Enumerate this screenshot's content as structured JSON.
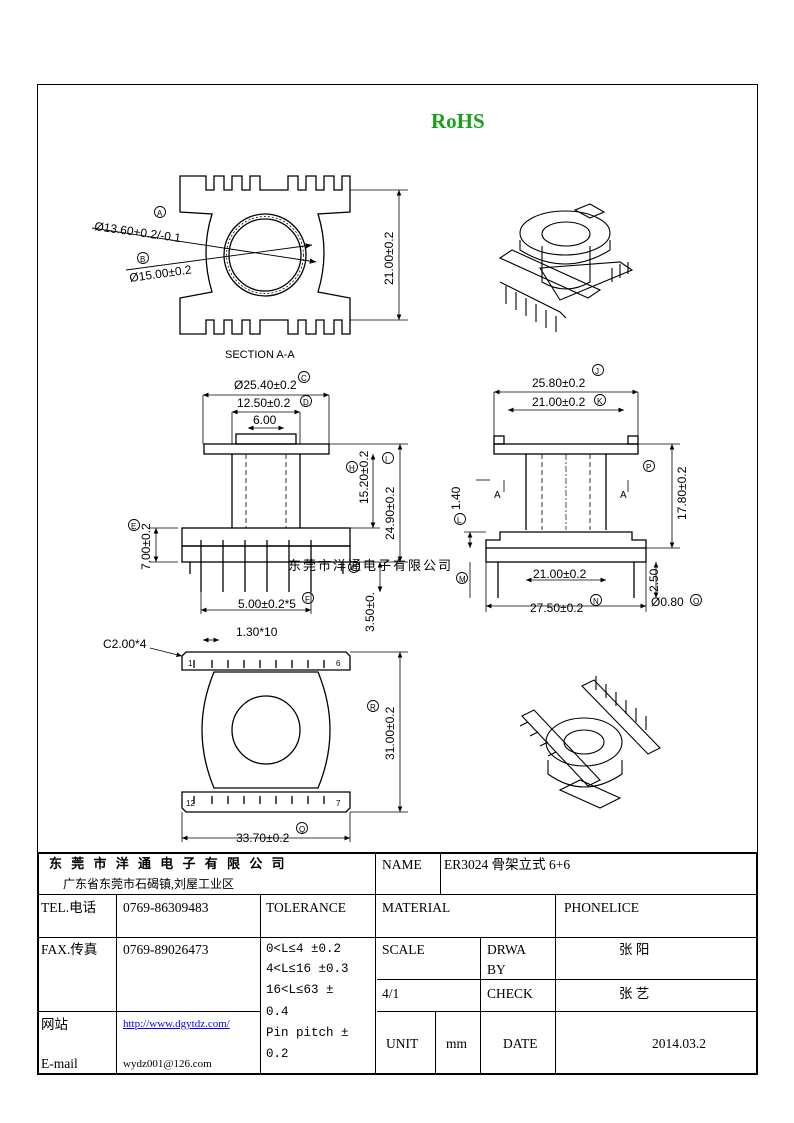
{
  "header": {
    "rohs": "RoHS"
  },
  "drawing": {
    "section_label": "SECTION A-A",
    "dims": {
      "d_inner": "Ø13.60+0.2/-0.1",
      "d_outer": "Ø15.00±0.2",
      "h_21": "21.00±0.2",
      "d_25_40": "Ø25.40±0.2",
      "w_12_50": "12.50±0.2",
      "w_6": "6.00",
      "h_15_20": "15.20±0.2",
      "h_24_90": "24.90±0.2",
      "h_7": "7.00±0.2",
      "pin_3_50": "3.50±0.",
      "pitch_5": "5.00±0.2*5",
      "w_25_80": "25.80±0.2",
      "w_21_top": "21.00±0.2",
      "h_1_40": "1.40",
      "h_17_80": "17.80±0.2",
      "w_21_bottom": "21.00±0.2",
      "w_27_50": "27.50±0.2",
      "h_2_50": "2.50",
      "d_pin": "Ø0.80",
      "chamfer": "C2.00*4",
      "slot": "1.30*10",
      "h_31": "31.00±0.2",
      "w_33_70": "33.70±0.2",
      "section_mark": "A",
      "pin_1": "1",
      "pin_6": "6",
      "pin_12": "12",
      "pin_7": "7"
    },
    "balloons": [
      "A",
      "B",
      "C",
      "D",
      "H",
      "I",
      "E",
      "F",
      "G",
      "J",
      "K",
      "P",
      "L",
      "M",
      "N",
      "O",
      "Q",
      "R"
    ],
    "watermark": "东莞市洋通电子有限公司"
  },
  "title_block": {
    "company": "东 莞 市 洋 通 电 子 有 限 公 司",
    "address": "广东省东莞市石碣镇,刘屋工业区",
    "name_label": "NAME",
    "name_value": "ER3024 骨架立式 6+6",
    "tel_label": "TEL.电话",
    "tel_value": "0769-86309483",
    "tolerance_label": "TOLERANCE",
    "material_label": "MATERIAL",
    "material_value": "PHONELICE",
    "fax_label": "FAX.传真",
    "fax_value": "0769-89026473",
    "tol_1": "0<L≤4  ±0.2",
    "tol_2": "4<L≤16 ±0.3",
    "tol_3a": "16<L≤63 ±",
    "tol_3b": "0.4",
    "tol_4a": "Pin pitch ±",
    "tol_4b": "0.2",
    "scale_label": "SCALE",
    "scale_value": "4/1",
    "drawn_label_1": "DRWA",
    "drawn_label_2": "BY",
    "drawn_value": "张 阳",
    "check_label": "CHECK",
    "check_value": "张 艺",
    "web_label": "网站",
    "web_value": "http://www.dgytdz.com/",
    "email_label": "E-mail",
    "email_value": "wydz001@126.com",
    "unit_label": "UNIT",
    "unit_value": "mm",
    "date_label": "DATE",
    "date_value": "2014.03.2"
  }
}
